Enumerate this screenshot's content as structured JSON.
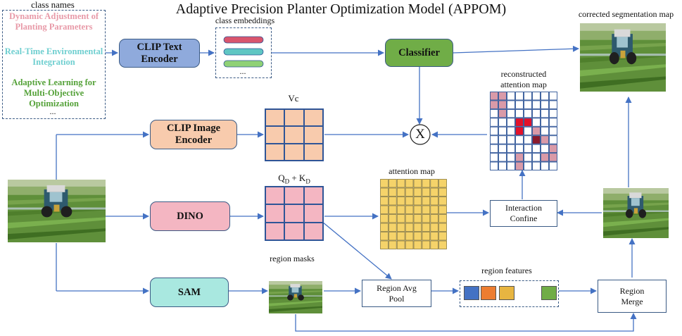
{
  "title": "Adaptive Precision Planter Optimization Model (APPOM)",
  "class_names": {
    "label": "class names",
    "items": [
      {
        "text": "Dynamic Adjustment of Planting Parameters",
        "color": "#e89aa8"
      },
      {
        "text": "Real-Time Environmental Integration",
        "color": "#6fcfd0"
      },
      {
        "text": "Adaptive Learning for Multi-Objective Optimization",
        "color": "#55a239"
      }
    ],
    "ellipsis": "..."
  },
  "class_embeddings": {
    "label": "class embeddings",
    "ellipsis": "...",
    "bar_colors": [
      "#d9556d",
      "#5fc6c3",
      "#8fd175"
    ]
  },
  "boxes": {
    "clip_text": "CLIP Text Encoder",
    "classifier": "Classifier",
    "clip_image": "CLIP Image Encoder",
    "dino": "DINO",
    "sam": "SAM",
    "interaction": "Interaction Confine",
    "region_avg": "Region Avg Pool",
    "region_merge": "Region Merge"
  },
  "labels": {
    "vc": "Vc",
    "qd_kd_q": "Q",
    "qd_kd_qsub": "D",
    "qd_kd_plus": " + K",
    "qd_kd_ksub": "D",
    "attention_map": "attention map",
    "reconstructed": "reconstructed attention map",
    "region_masks": "region masks",
    "region_features": "region features",
    "corrected": "corrected segmentation map",
    "multiply": "X"
  },
  "colors": {
    "clip_text": "#8faadc",
    "classifier": "#70ad47",
    "clip_image": "#f8cbad",
    "dino": "#f4b6c2",
    "sam": "#a9e8e0",
    "vc_grid": "#f8cbad",
    "qk_grid": "#f4b6c2",
    "attention": "#f5d36a",
    "arrow": "#4472c4",
    "recon_pink": "#d99aa8",
    "recon_red": "#e3122a",
    "recon_dark": "#8b1a2b"
  },
  "region_feature_colors": [
    "#4472c4",
    "#ed7d31",
    "#e7b541",
    "#70ad47"
  ]
}
